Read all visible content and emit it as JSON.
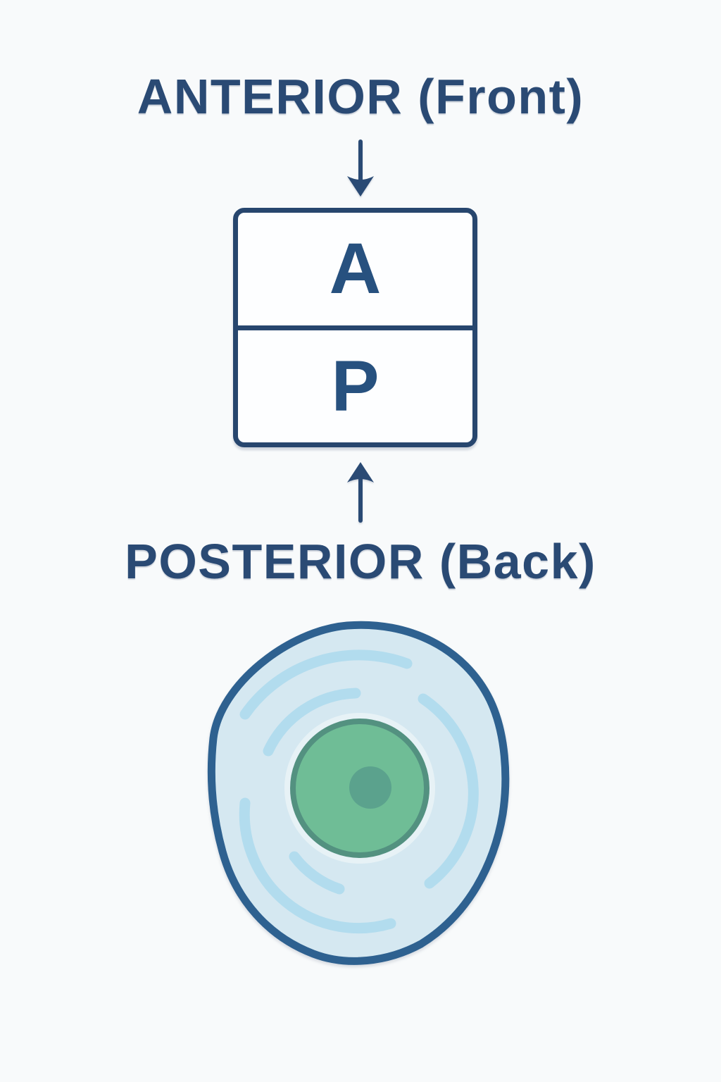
{
  "labels": {
    "anterior": "ANTERIOR (Front)",
    "posterior": "POSTERIOR (Back)",
    "box_top": "A",
    "box_bottom": "P"
  },
  "colors": {
    "background": "#f8fafb",
    "text-navy": "#2a4a74",
    "letter-navy": "#27517f",
    "box-border": "#27466e",
    "box-fill": "#fdfeff",
    "arrow": "#2a4a74",
    "membrane": "#2e6190",
    "cytoplasm": "#d5e8f1",
    "arc": "#b2dcee",
    "halo": "#e7f2f6",
    "nucleus-fill": "#6fbd96",
    "nucleus-rim": "#539180",
    "nucleolus": "#5ba28d"
  }
}
